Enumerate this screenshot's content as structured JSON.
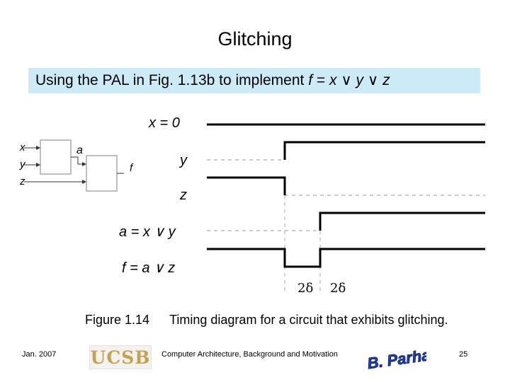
{
  "title": "Glitching",
  "banner": {
    "prefix": "Using the PAL in Fig. 1.13b to implement ",
    "f": "f",
    "eq": " = ",
    "x": "x",
    "or1": " ∨ ",
    "y": "y",
    "or2": " ∨ ",
    "z": "z"
  },
  "circuit": {
    "input_x": "x",
    "input_y": "y",
    "input_z": "z",
    "node_a": "a",
    "node_f": "f"
  },
  "timing": {
    "x_label": "x = 0",
    "y_label": "y",
    "z_label": "z",
    "a_label": "a = x ∨ y",
    "f_label": "f = a ∨ z",
    "delay1": "2δ",
    "delay2": "2δ"
  },
  "caption": {
    "figure": "Figure 1.14",
    "text": "Timing diagram for a circuit that exhibits glitching."
  },
  "footer": {
    "date": "Jan. 2007",
    "logo_text": "UCSB",
    "center": "Computer Architecture, Background and Motivation",
    "signature": "B. Parhami",
    "page": "25"
  },
  "colors": {
    "banner_bg": "#cdeaf7",
    "logo_gold": "#c8a24a",
    "signature_blue": "#1f3fb4"
  }
}
